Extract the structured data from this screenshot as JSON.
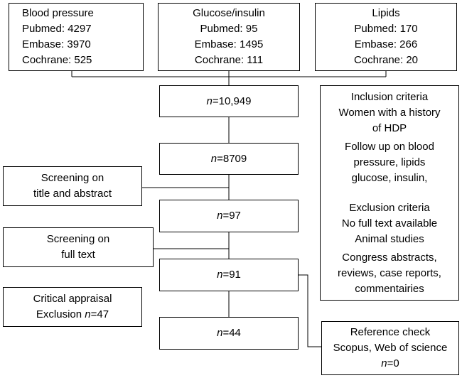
{
  "sources": [
    {
      "title": "Blood pressure",
      "pubmed": "Pubmed: 4297",
      "embase": "Embase: 3970",
      "cochrane": "Cochrane: 525"
    },
    {
      "title": "Glucose/insulin",
      "pubmed": "Pubmed: 95",
      "embase": "Embase: 1495",
      "cochrane": "Cochrane: 111"
    },
    {
      "title": "Lipids",
      "pubmed": "Pubmed: 170",
      "embase": "Embase: 266",
      "cochrane": "Cochrane: 20"
    }
  ],
  "counts": {
    "n_symbol": "n",
    "total": "=10,949",
    "after_dedup": "=8709",
    "after_title_abstract": "=97",
    "after_full_text": "=91",
    "final": "=44"
  },
  "screening": {
    "title_abstract": [
      "Screening on",
      "title and abstract"
    ],
    "full_text": [
      "Screening on",
      "full text"
    ],
    "appraisal_title": "Critical appraisal",
    "appraisal_prefix": "Exclusion ",
    "appraisal_value": "=47"
  },
  "criteria": {
    "inclusion_title": "Inclusion criteria",
    "inclusion": [
      "Women with a history",
      "of HDP",
      "Follow up on blood",
      "pressure, lipids",
      "glucose, insulin,"
    ],
    "exclusion_title": "Exclusion criteria",
    "exclusion": [
      "No full text available",
      "Animal studies",
      "Congress abstracts,",
      "reviews, case reports,",
      "commentairies"
    ]
  },
  "reference_check": {
    "title": "Reference check",
    "sources": "Scopus, Web of science",
    "value": "=0"
  }
}
